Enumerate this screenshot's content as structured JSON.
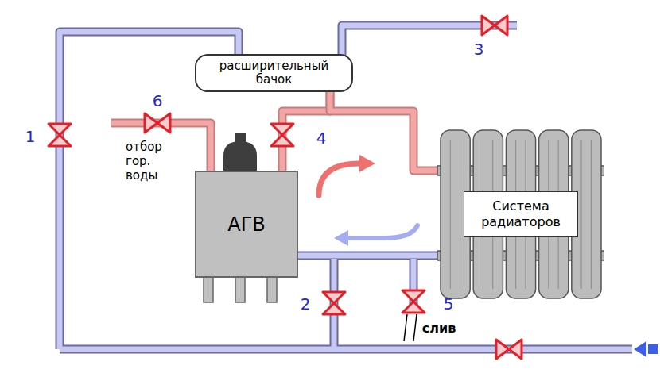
{
  "diagram": {
    "nodes": [
      {
        "text": [
          "расширительный бачок"
        ]
      },
      {
        "text": [
          "АГВ"
        ]
      },
      {
        "text": [
          "Система радиаторов"
        ]
      }
    ],
    "edges": [
      {
        "from": 1,
        "to": 0,
        "arrow": "none"
      },
      {
        "from": 0,
        "to": 2,
        "arrow": "none"
      },
      {
        "from": 2,
        "to": 1,
        "arrow": "none"
      }
    ],
    "labels": [
      "6",
      "1",
      "отбор гор. воды",
      "4",
      "3",
      "2",
      "5",
      "слив"
    ]
  }
}
